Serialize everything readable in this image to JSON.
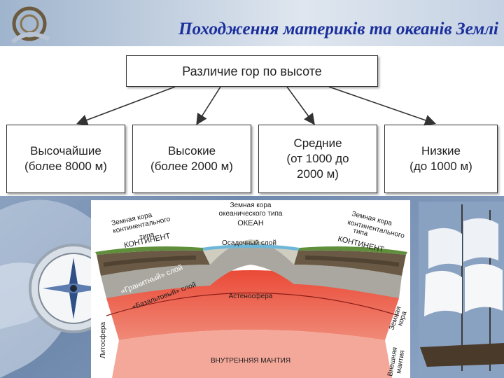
{
  "title": "Походження материків та океанів Землі",
  "hierarchy": {
    "root": "Различие гор по высоте",
    "categories": [
      {
        "name": "Высочайшие",
        "range": "(более 8000 м)"
      },
      {
        "name": "Высокие",
        "range": "(более 2000 м)"
      },
      {
        "name": "Средние",
        "range": "(от 1000 до",
        "range2": "2000 м)"
      },
      {
        "name": "Низкие",
        "range": "(до 1000 м)"
      }
    ]
  },
  "crust_diagram": {
    "left_label": [
      "Земная кора",
      "континентального",
      "типа"
    ],
    "left_name": "КОНТИНЕНТ",
    "center_label": [
      "Земная кора",
      "океанического типа"
    ],
    "center_name": "ОКЕАН",
    "right_label": [
      "Земная кора",
      "континентального",
      "типа"
    ],
    "right_name": "КОНТИНЕНТ",
    "sediment": "Осадочный слой",
    "granite": "«Гранитный» слой",
    "basalt": "«Базальтовый» слой",
    "asthenosphere": "Астеносфера",
    "lithosphere": "Литосфера",
    "crust": [
      "Земная",
      "кора"
    ],
    "outer_mantle": [
      "Внешняя",
      "мантия"
    ],
    "inner_mantle": "ВНУТРЕННЯЯ МАНТИЯ"
  },
  "colors": {
    "title": "#1a2f9c",
    "background_blue": "#7b95b8",
    "mantle": "#e53a2e",
    "crust_gray": "#b8b6ad",
    "soil": "#5a4a35"
  },
  "icons": [
    "compass-icon",
    "sailing-ship-icon",
    "nautical-rope-icon"
  ]
}
